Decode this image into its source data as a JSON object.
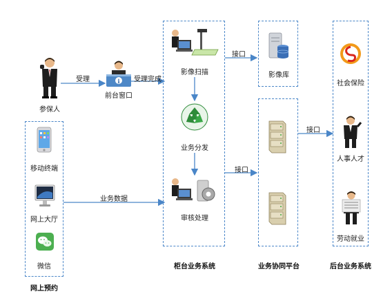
{
  "actors": {
    "insured": "参保人",
    "front_window": "前台窗口"
  },
  "flow": {
    "accept": "受理",
    "accept_done": "受理完成",
    "business_data": "业务数据",
    "interface_top": "接口",
    "interface_mid": "接口",
    "interface_right": "接口"
  },
  "online": {
    "mobile": "移动终端",
    "hall": "网上大厅",
    "wechat": "微信",
    "caption": "网上预约"
  },
  "counter": {
    "scan": "影像扫描",
    "dispatch": "业务分发",
    "review": "审核处理",
    "caption": "柜台业务系统"
  },
  "platform": {
    "image_lib": "影像库",
    "caption": "业务协同平台"
  },
  "backend": {
    "social": "社会保险",
    "talent": "人事人才",
    "employment": "劳动就业",
    "caption": "后台业务系统"
  },
  "colors": {
    "arrow": "#4a86c8",
    "dashed_border": "#4a86c8",
    "recycle_green": "#2e8b3a",
    "server_beige": "#d9cfae",
    "db_blue": "#3b6fb6"
  }
}
